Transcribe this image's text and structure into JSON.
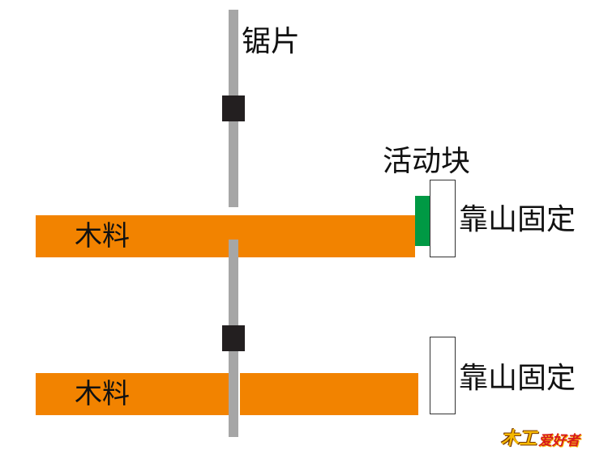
{
  "labels": {
    "saw": "锯片",
    "sliding_block": "活动块",
    "fence_top": "靠山固定",
    "fence_bottom": "靠山固定",
    "wood_top": "木料",
    "wood_bottom": "木料"
  },
  "logo": {
    "mark": "木工",
    "text": "爱好者"
  },
  "colors": {
    "wood": "#f28300",
    "blade": "#a6a6a6",
    "clamp": "#231f20",
    "sliding_block": "#009944",
    "logo_red": "#d7191c",
    "logo_gold": "#f5b800"
  }
}
